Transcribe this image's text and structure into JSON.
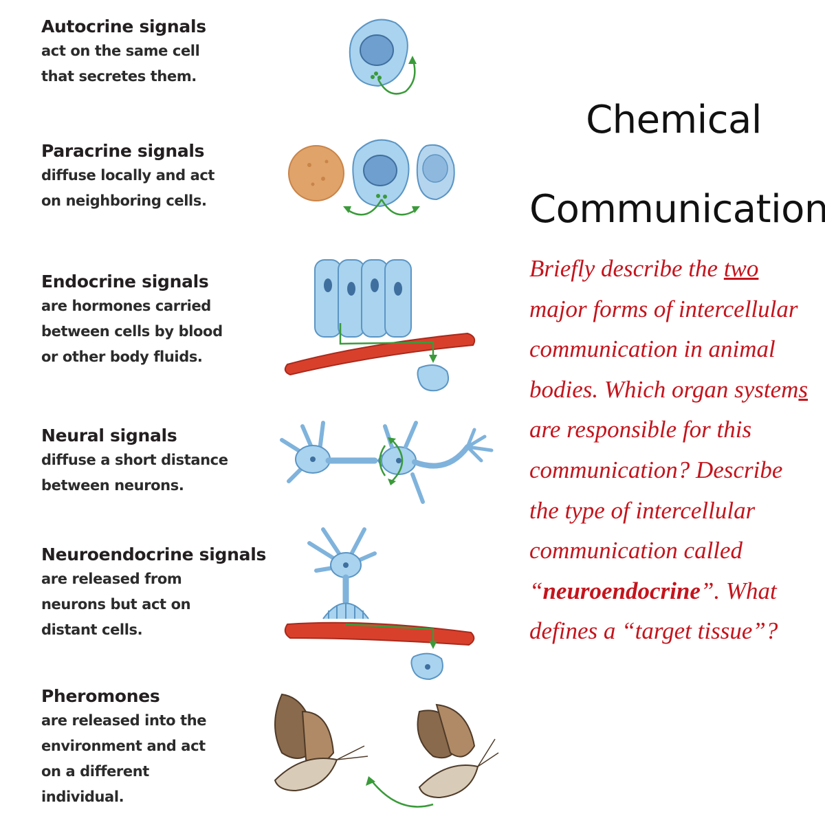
{
  "signals": [
    {
      "title": "Autocrine signals",
      "lines": [
        "act on the same cell",
        "that secretes them."
      ]
    },
    {
      "title": "Paracrine signals",
      "lines": [
        "diffuse locally and act",
        "on neighboring cells."
      ]
    },
    {
      "title": "Endocrine signals",
      "lines": [
        "are hormones carried",
        "between cells by blood",
        "or other body fluids."
      ]
    },
    {
      "title": "Neural signals",
      "lines": [
        "diffuse a short distance",
        "between neurons."
      ]
    },
    {
      "title": "Neuroendocrine signals",
      "lines": [
        "are released from",
        "neurons but act on",
        "distant cells."
      ]
    },
    {
      "title": "Pheromones",
      "lines": [
        "are released into the",
        "environment and act",
        "on a different",
        "individual."
      ]
    }
  ],
  "heading": {
    "line1": "Chemical",
    "line2": "Communication"
  },
  "question": {
    "p1": "Briefly describe the ",
    "two": "two",
    "p2": " major forms of intercellular communication in animal bodies.  Which organ system",
    "s": "s",
    "p3": " are responsible for this communication? Describe the type of intercellular communication called “",
    "neuro": "neuroendocrine",
    "p4": "”. What defines a “target tissue”?"
  },
  "colors": {
    "cell": "#9cc8e6",
    "cell_dark": "#5b95c4",
    "nucleus": "#6f9fce",
    "arrow": "#3a9a3a",
    "vessel": "#d9402c",
    "question_text": "#c4141c",
    "orange_cell": "#e0a36a",
    "moth": "#8a6a4c"
  },
  "icons": [
    "autocrine-cell-icon",
    "paracrine-cells-icon",
    "endocrine-cells-icon",
    "neuron-pair-icon",
    "neuroendocrine-neuron-icon",
    "moth-pair-icon"
  ]
}
